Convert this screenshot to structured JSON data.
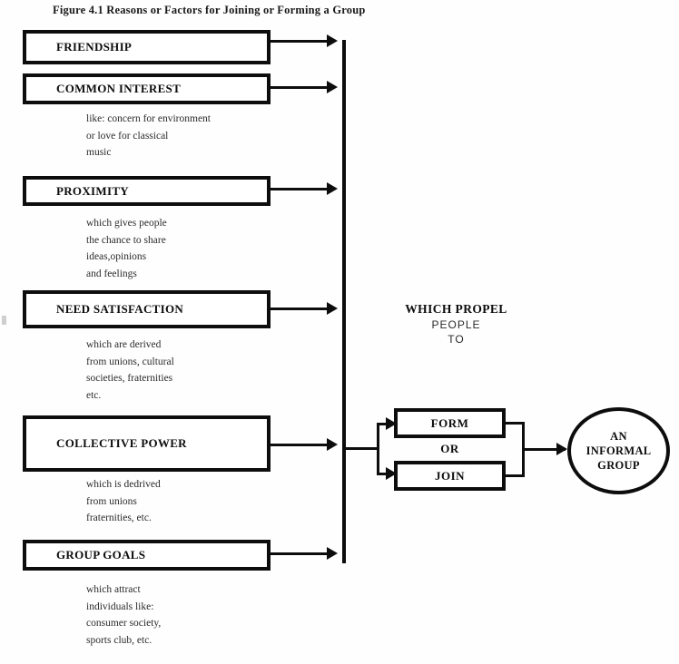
{
  "figure": {
    "title": "Figure 4.1 Reasons or Factors for Joining or Forming a Group",
    "type": "flow-diagram"
  },
  "factors": [
    {
      "id": "friendship",
      "label": "FRIENDSHIP",
      "description": ""
    },
    {
      "id": "common-interest",
      "label": "COMMON INTEREST",
      "description": "like: concern for environment\nor love for classical\nmusic"
    },
    {
      "id": "proximity",
      "label": "PROXIMITY",
      "description": "which gives people\nthe chance to share\nideas,opinions\nand feelings"
    },
    {
      "id": "need-satisfaction",
      "label": "NEED SATISFACTION",
      "description": "which are derived\nfrom unions, cultural\nsocieties, fraternities\netc."
    },
    {
      "id": "collective-power",
      "label": "COLLECTIVE\nPOWER",
      "description": "which is dedrived\nfrom unions\nfraternities, etc."
    },
    {
      "id": "group-goals",
      "label": "GROUP GOALS",
      "description": "which attract\nindividuals like:\nconsumer society,\nsports club, etc."
    }
  ],
  "propel": {
    "line1": "WHICH PROPEL",
    "line2": "PEOPLE",
    "line3": "TO"
  },
  "actions": {
    "form": "FORM",
    "or": "OR",
    "join": "JOIN"
  },
  "outcome": {
    "line1": "AN",
    "line2": "INFORMAL",
    "line3": "GROUP"
  },
  "colors": {
    "ink": "#0d0d0d",
    "text": "#2b2b2b",
    "background": "#ffffff"
  }
}
